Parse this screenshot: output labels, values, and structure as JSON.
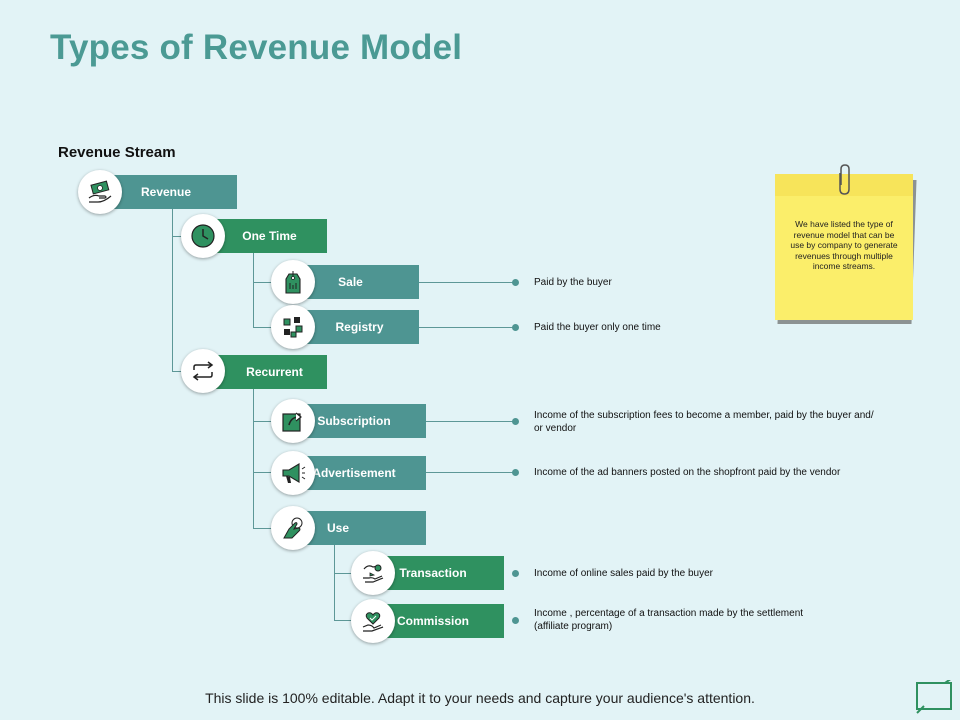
{
  "title": "Types of Revenue Model",
  "subtitle": "Revenue Stream",
  "nodes": {
    "revenue": "Revenue",
    "one_time": "One Time",
    "sale": "Sale",
    "registry": "Registry",
    "recurrent": "Recurrent",
    "subscription": "Subscription",
    "advertisement": "Advertisement",
    "use": "Use",
    "transaction": "Transaction",
    "commission": "Commission"
  },
  "descriptions": {
    "sale": "Paid by the buyer",
    "registry": "Paid the buyer only one time",
    "subscription": "Income of the subscription fees to become a member, paid by the buyer and/ or vendor",
    "advertisement": "Income of the ad banners posted on the shopfront paid by the vendor",
    "transaction": "Income of online sales paid by the buyer",
    "commission": "Income , percentage of a transaction made by the settlement (affiliate program)"
  },
  "note": "We have listed the type of revenue model that can be use by company to generate revenues through multiple income streams.",
  "footer": "This slide is 100% editable. Adapt it to your needs and capture your audience's attention.",
  "colors": {
    "title": "#4b9a94",
    "teal_bar": "#4e9592",
    "green_bar": "#2f9160",
    "note": "#fbee6a",
    "background": "#e2f3f6"
  },
  "icons": {
    "revenue": "money-hand-icon",
    "one_time": "clock-icon",
    "sale": "price-tag-icon",
    "registry": "blocks-icon",
    "recurrent": "repeat-arrows-icon",
    "subscription": "share-arrow-icon",
    "advertisement": "megaphone-icon",
    "use": "hand-touch-icon",
    "transaction": "hand-coin-icon",
    "commission": "heart-hand-icon"
  }
}
